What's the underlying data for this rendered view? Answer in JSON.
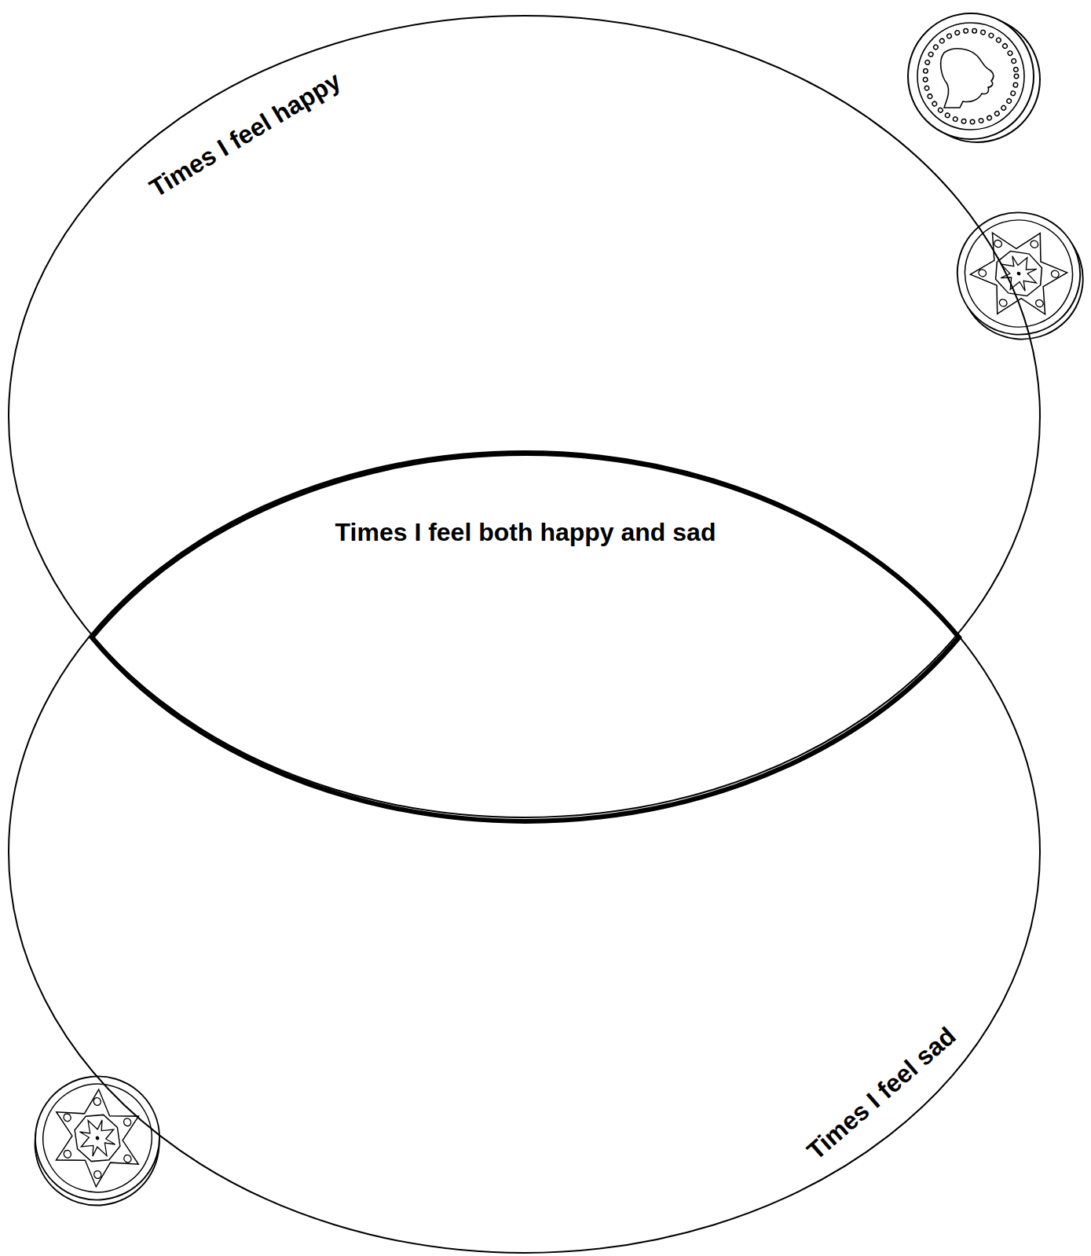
{
  "diagram": {
    "nodes": [
      {
        "text": [
          "Times I feel happy"
        ]
      },
      {
        "text": [
          "Times I feel both happy and sad"
        ]
      },
      {
        "text": [
          "Times I feel sad"
        ]
      }
    ]
  }
}
